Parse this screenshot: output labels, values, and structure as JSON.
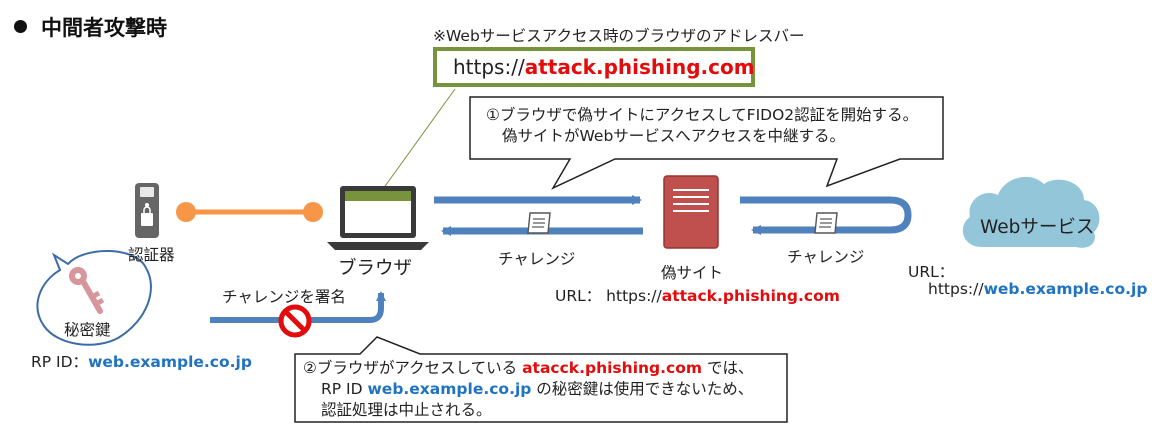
{
  "heading": "中間者攻撃時",
  "address_note": "※Webサービスアクセス時のブラウザのアドレスバー",
  "address_bar": {
    "prefix": "https://",
    "domain": "attack.phishing.com"
  },
  "callout1": {
    "line1": "①ブラウザで偽サイトにアクセスしてFIDO2認証を開始する。",
    "line2": "偽サイトがWebサービスへアクセスを中継する。"
  },
  "authenticator_label": "認証器",
  "browser_label": "ブラウザ",
  "fake_site": {
    "label": "偽サイト",
    "url_prefix": "URL：  https://",
    "url_domain": "attack.phishing.com"
  },
  "web_service": {
    "label": "Webサービス",
    "url_label": "URL：",
    "url_prefix": "https://",
    "url_domain": "web.example.co.jp"
  },
  "challenge_label": "チャレンジ",
  "sign_label": "チャレンジを署名",
  "private_key_label": "秘密鍵",
  "rp_id": {
    "label": "RP ID：",
    "value": "web.example.co.jp"
  },
  "callout2": {
    "line1_pre": "②ブラウザがアクセスしている ",
    "line1_domain": "atacck.phishing.com",
    "line1_post": " では、",
    "line2_pre": "RP ID ",
    "line2_value": "web.example.co.jp",
    "line2_post": " の秘密鍵は使用できないため、",
    "line3": "認証処理は中止される。"
  },
  "colors": {
    "accent_green": "#77933c",
    "flow_blue": "#4f81bd",
    "orange": "#f79646",
    "server_red": "#c0504d",
    "cloud": "#93c6d9",
    "phish_red": "#e30b0b",
    "legit_blue": "#1f73c1"
  }
}
